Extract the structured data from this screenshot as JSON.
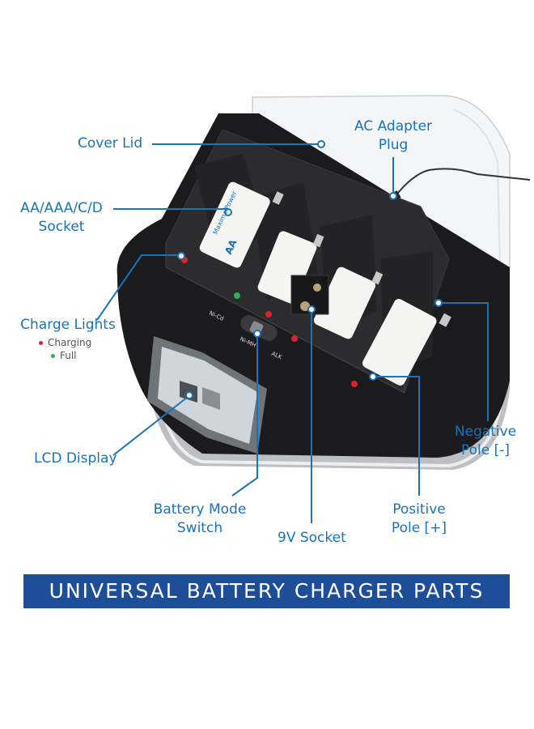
{
  "labels": {
    "cover_lid": "Cover Lid",
    "ac_adapter": [
      "AC Adapter",
      "Plug"
    ],
    "socket": [
      "AA/AAA/C/D",
      "Socket"
    ],
    "charge_lights": "Charge Lights",
    "legend": [
      {
        "text": "Charging",
        "color": "#e0202a"
      },
      {
        "text": "Full",
        "color": "#2bb24c"
      }
    ],
    "lcd_display": "LCD Display",
    "battery_mode": [
      "Battery Mode",
      "Switch"
    ],
    "nine_v": "9V Socket",
    "positive": [
      "Positive",
      "Pole [+]"
    ],
    "negative": [
      "Negative",
      "Pole [-]"
    ]
  },
  "device": {
    "switch_labels": [
      "Ni-Cd",
      "Ni-MH",
      "ALK"
    ],
    "battery_brand": "MaximalPower",
    "battery_size": "AA"
  },
  "banner": "UNIVERSAL BATTERY CHARGER PARTS",
  "colors": {
    "label": "#1a73b8",
    "leader": "#1a73b8",
    "banner_bg": "#1e4e97",
    "banner_text": "#ffffff",
    "charging": "#e0202a",
    "full": "#2bb24c"
  }
}
